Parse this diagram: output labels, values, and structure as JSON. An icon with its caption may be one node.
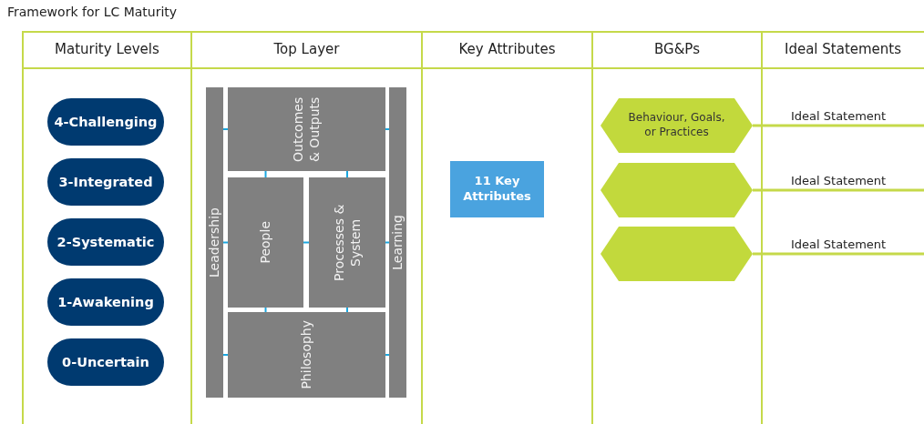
{
  "diagram": {
    "title": "Framework for LC Maturity",
    "nodes": [
      {
        "text": [
          "4-Challenging"
        ]
      },
      {
        "text": [
          "3-Integrated"
        ]
      },
      {
        "text": [
          "2-Systematic"
        ]
      },
      {
        "text": [
          "1-Awakening"
        ]
      },
      {
        "text": [
          "0-Uncertain"
        ]
      },
      {
        "text": [
          "Leadership"
        ]
      },
      {
        "text": [
          "Outcomes & Outputs"
        ]
      },
      {
        "text": [
          "People"
        ]
      },
      {
        "text": [
          "Processes & System"
        ]
      },
      {
        "text": [
          "Learning"
        ]
      },
      {
        "text": [
          "Philosophy"
        ]
      },
      {
        "text": [
          "11 Key Attributes"
        ]
      },
      {
        "text": [
          "Behaviour, Goals, or Practices"
        ]
      },
      {
        "text": [],
        "shape": "hexagon"
      },
      {
        "text": [],
        "shape": "hexagon"
      }
    ],
    "edges": [
      {
        "from": 5,
        "to": 6,
        "arrow": "none"
      },
      {
        "from": 5,
        "to": 7,
        "arrow": "none"
      },
      {
        "from": 5,
        "to": 10,
        "arrow": "none"
      },
      {
        "from": 6,
        "to": 7,
        "arrow": "none"
      },
      {
        "from": 6,
        "to": 8,
        "arrow": "none"
      },
      {
        "from": 7,
        "to": 8,
        "arrow": "none"
      },
      {
        "from": 6,
        "to": 9,
        "arrow": "none"
      },
      {
        "from": 8,
        "to": 9,
        "arrow": "none"
      },
      {
        "from": 10,
        "to": 9,
        "arrow": "none"
      },
      {
        "from": 7,
        "to": 10,
        "arrow": "none"
      },
      {
        "from": 8,
        "to": 10,
        "arrow": "none"
      },
      {
        "from": 12,
        "to": null,
        "arrow": "none",
        "label": "Ideal Statement",
        "color": "#c5d94a"
      },
      {
        "from": 13,
        "to": null,
        "arrow": "none",
        "label": "Ideal Statement",
        "color": "#c5d94a"
      },
      {
        "from": 14,
        "to": null,
        "arrow": "none",
        "label": "Ideal Statement",
        "color": "#c5d94a"
      }
    ],
    "labels": [
      "Maturity Levels",
      "Top Layer",
      "Key Attributes",
      "BG&Ps",
      "Ideal Statements"
    ]
  }
}
